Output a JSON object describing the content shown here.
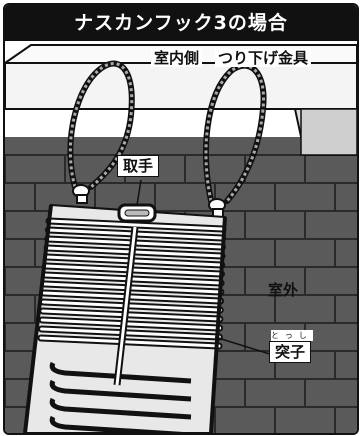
{
  "title": "ナスカンフック3の場合",
  "labels": {
    "indoor": "室内側",
    "bracket": "つり下げ金具",
    "handle": "取手",
    "outdoor": "室外",
    "protrusion": "突子",
    "protrusion_ruby": "とっし"
  },
  "colors": {
    "ink": "#111111",
    "brick": "#5a5a5a",
    "mortar": "#2a2a2a",
    "sill": "#f4f4f4",
    "rope": "#888888"
  }
}
